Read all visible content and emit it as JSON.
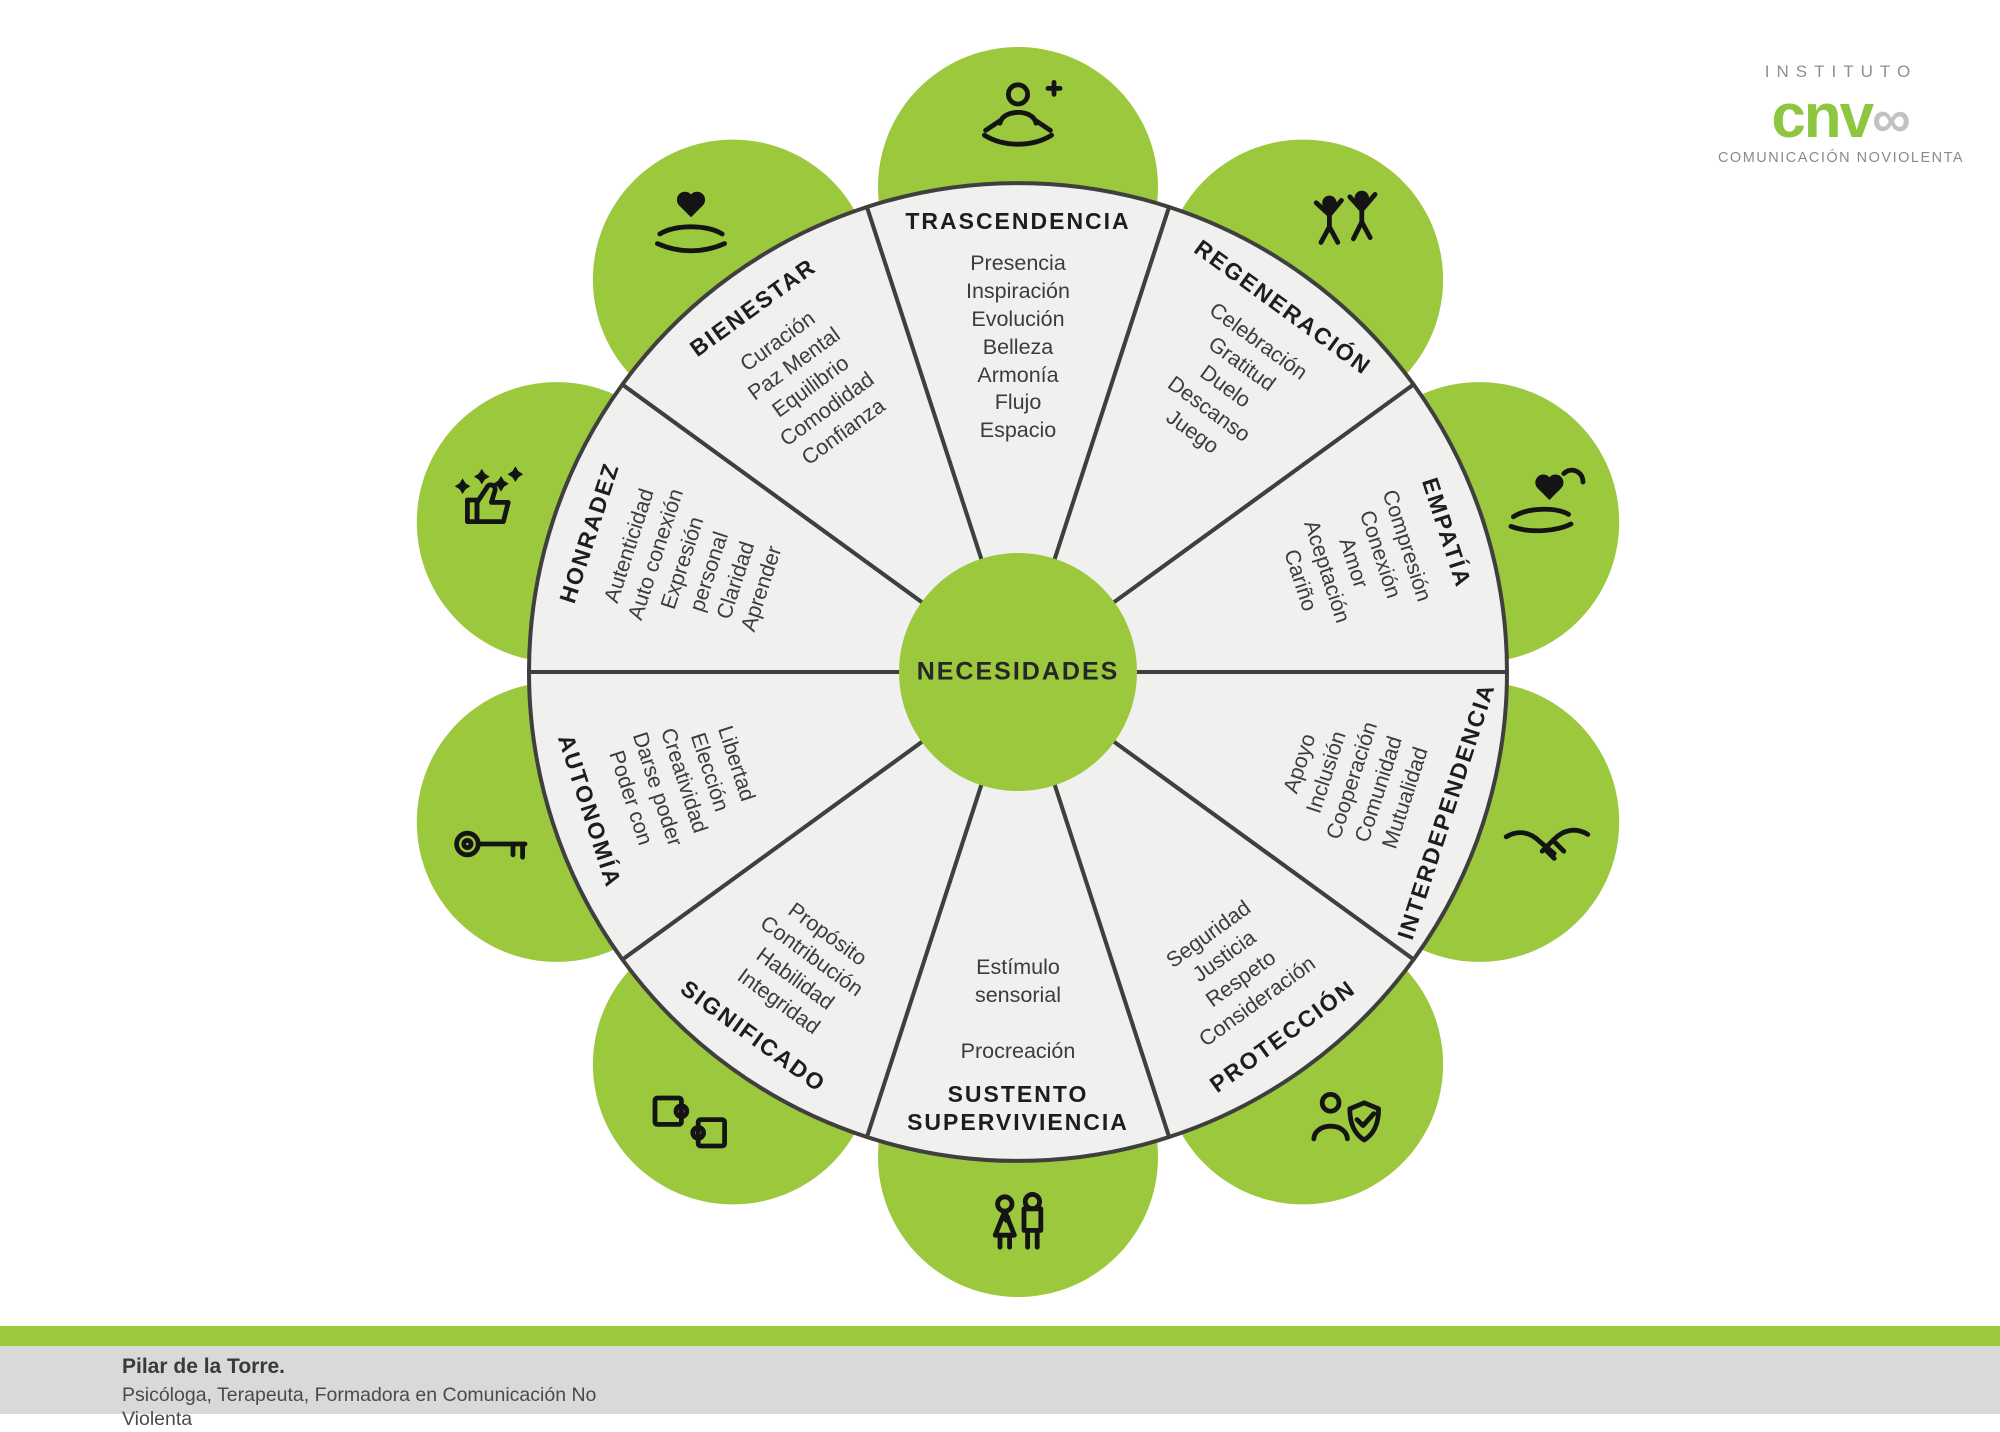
{
  "logo": {
    "institute": "INSTITUTO",
    "brand": "cnv",
    "infinity": "∞",
    "subtitle": "COMUNICACIÓN NOVIOLENTA"
  },
  "center": {
    "label": "NECESIDADES"
  },
  "segments": [
    {
      "name": "TRASCENDENCIA",
      "icon": "meditation-icon",
      "needs": "Presencia\nInspiración\nEvolución\nBelleza\nArmonía\nFlujo\nEspacio"
    },
    {
      "name": "REGENERACIÓN",
      "icon": "celebration-icon",
      "needs": "Celebración\nGratitud\nDuelo\nDescanso\nJuego"
    },
    {
      "name": "EMPATÍA",
      "icon": "hand-giving-heart-icon",
      "needs": "Compresión\nConexión\nAmor\nAceptación\nCariño"
    },
    {
      "name": "INTERDEPENDENCIA",
      "icon": "handshake-icon",
      "needs": "Apoyo\nInclusión\nCooperación\nComunidad\nMutualidad"
    },
    {
      "name": "PROTECCIÓN",
      "icon": "shield-person-icon",
      "needs": "Seguridad\nJusticia\nRespeto\nConsideración"
    },
    {
      "name": "SUSTENTO\nSUPERVIVIENCIA",
      "icon": "couple-icon",
      "needs": "Estímulo\nsensorial\n\nProcreación"
    },
    {
      "name": "SIGNIFICADO",
      "icon": "puzzle-icon",
      "needs": "Propósito\nContribución\nHabilidad\nIntegridad"
    },
    {
      "name": "AUTONOMÍA",
      "icon": "key-icon",
      "needs": "Libertad\nElección\nCreatividad\nDarse poder\nPoder con"
    },
    {
      "name": "HONRADEZ",
      "icon": "thumbs-up-stars-icon",
      "needs": "Autenticidad\nAuto conexión\nExpresión\npersonal\nClaridad\nAprender"
    },
    {
      "name": "BIENESTAR",
      "icon": "hand-heart-icon",
      "needs": "Curación\nPaz Mental\nEquilibrio\nComodidad\nConfianza"
    }
  ],
  "footer": {
    "author": "Pilar de la Torre.",
    "description": "Psicóloga, Terapeuta, Formadora en Comunicación No\nViolenta"
  },
  "colors": {
    "green": "#9bc83d",
    "logo_green": "#8dc63f",
    "wheel_fill": "#f0f0ee",
    "stroke": "#3f3f3f",
    "footer_gray": "#d9d9d9"
  }
}
